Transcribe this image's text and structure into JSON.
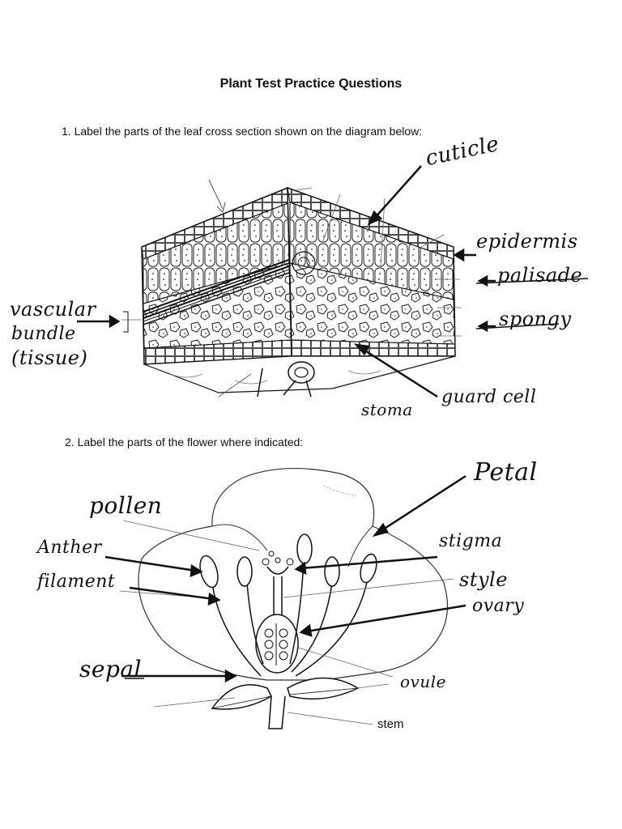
{
  "title": "Plant Test Practice Questions",
  "question1": "1. Label the parts of the leaf cross section shown on the diagram below:",
  "question2": "2. Label the parts of the flower where indicated:",
  "leaf_labels": {
    "cuticle": "cuticle",
    "epidermis": "epidermis",
    "palisade": "palisade",
    "spongy": "spongy",
    "vascular": "vascular",
    "bundle": "bundle",
    "tissue": "(tissue)",
    "guard_cell": "guard cell",
    "stoma": "stoma"
  },
  "flower_labels": {
    "petal": "Petal",
    "pollen": "pollen",
    "anther": "Anther",
    "filament": "filament",
    "stigma": "stigma",
    "style": "style",
    "ovary": "ovary",
    "sepal": "sepal",
    "ovule": "ovule",
    "stem": "stem"
  }
}
